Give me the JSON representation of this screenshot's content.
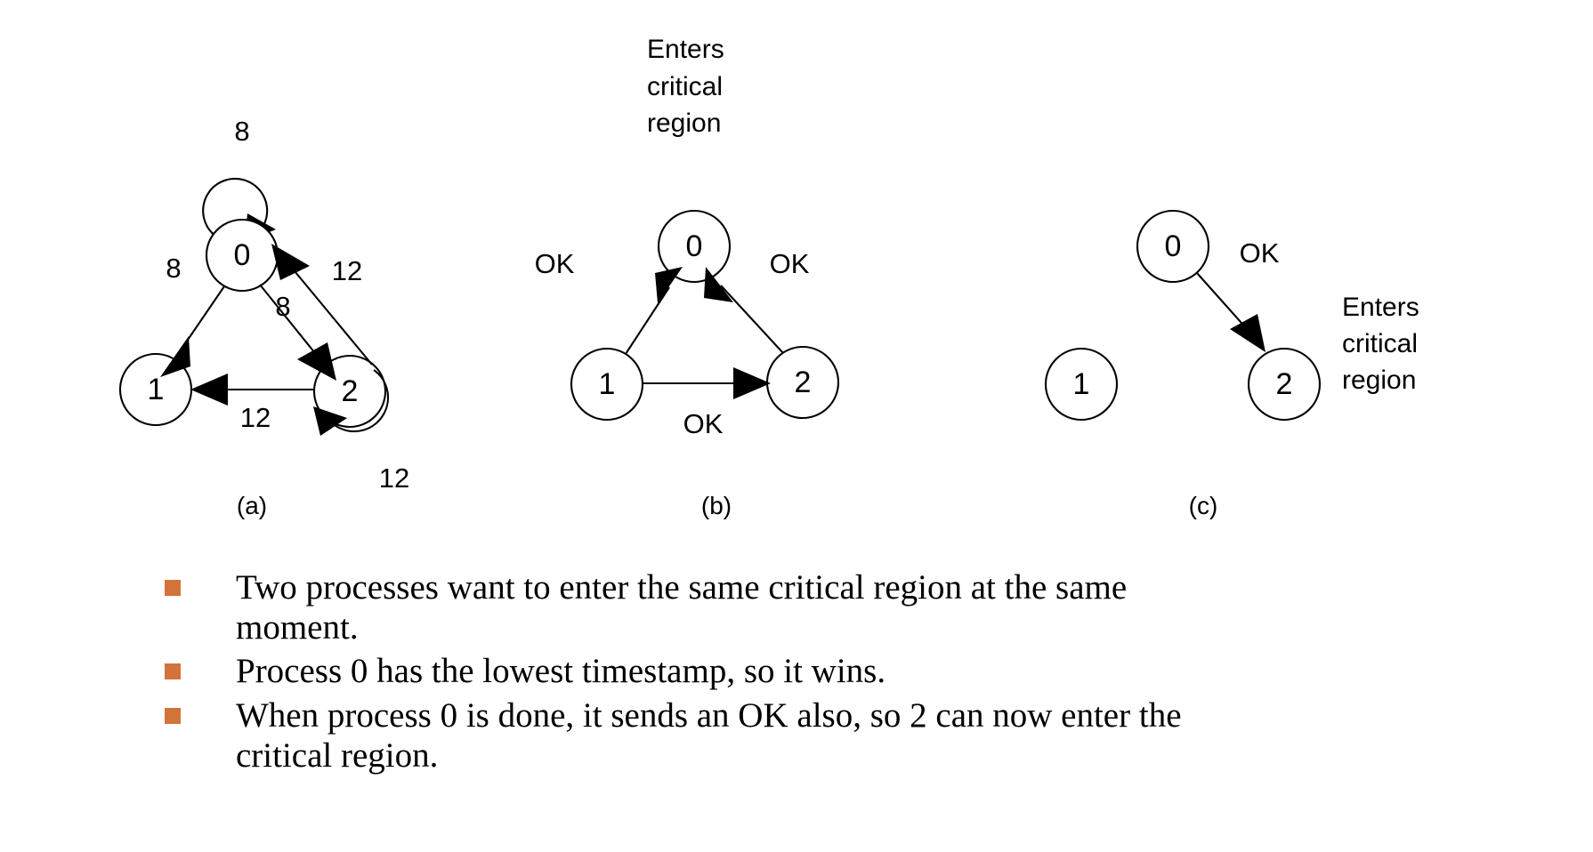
{
  "slide": {
    "background_color": "#FFFFFF",
    "bullet_color": "#D2733C",
    "ink_color": "#000000"
  },
  "figure": {
    "panels": [
      {
        "id": "a",
        "caption": "(a)",
        "nodes": [
          {
            "id": "n0",
            "label": "0"
          },
          {
            "id": "n1",
            "label": "1"
          },
          {
            "id": "n2",
            "label": "2"
          }
        ],
        "self_loops": [
          {
            "on": "n0",
            "label": "8"
          },
          {
            "on": "n2",
            "label": "12"
          }
        ],
        "edges": [
          {
            "from": "n0",
            "to": "n1",
            "label": "8"
          },
          {
            "from": "n0",
            "to": "n2",
            "label": "8"
          },
          {
            "from": "n2",
            "to": "n0",
            "label": "12"
          },
          {
            "from": "n2",
            "to": "n1",
            "label": "12"
          }
        ]
      },
      {
        "id": "b",
        "caption": "(b)",
        "annotation": {
          "lines": [
            "Enters",
            "critical",
            "region"
          ]
        },
        "nodes": [
          {
            "id": "n0",
            "label": "0"
          },
          {
            "id": "n1",
            "label": "1"
          },
          {
            "id": "n2",
            "label": "2"
          }
        ],
        "edges": [
          {
            "from": "n1",
            "to": "n0",
            "label": "OK"
          },
          {
            "from": "n2",
            "to": "n0",
            "label": "OK"
          },
          {
            "from": "n1",
            "to": "n2",
            "label": "OK"
          }
        ]
      },
      {
        "id": "c",
        "caption": "(c)",
        "annotation": {
          "lines": [
            "Enters",
            "critical",
            "region"
          ]
        },
        "nodes": [
          {
            "id": "n0",
            "label": "0"
          },
          {
            "id": "n1",
            "label": "1"
          },
          {
            "id": "n2",
            "label": "2"
          }
        ],
        "edges": [
          {
            "from": "n0",
            "to": "n2",
            "label": "OK"
          }
        ]
      }
    ],
    "labels": {
      "a_loop_top": "8",
      "a_edge_0_1": "8",
      "a_edge_2_0": "12",
      "a_edge_0_2": "8",
      "a_edge_2_1": "12",
      "a_loop_bottom": "12",
      "b_ok_left": "OK",
      "b_ok_right": "OK",
      "b_ok_bottom": "OK",
      "c_ok": "OK",
      "node_0": "0",
      "node_1": "1",
      "node_2": "2",
      "caption_a": "(a)",
      "caption_b": "(b)",
      "caption_c": "(c)",
      "enters_1": "Enters",
      "critical_1": "critical",
      "region_1": "region",
      "enters_2": "Enters",
      "critical_2": "critical",
      "region_2": "region"
    }
  },
  "bullets": [
    "Two processes want to enter the same critical region at the same moment.",
    "Process 0 has the lowest timestamp, so it wins.",
    "When process 0 is done, it sends an OK also, so 2 can now enter the critical region."
  ]
}
